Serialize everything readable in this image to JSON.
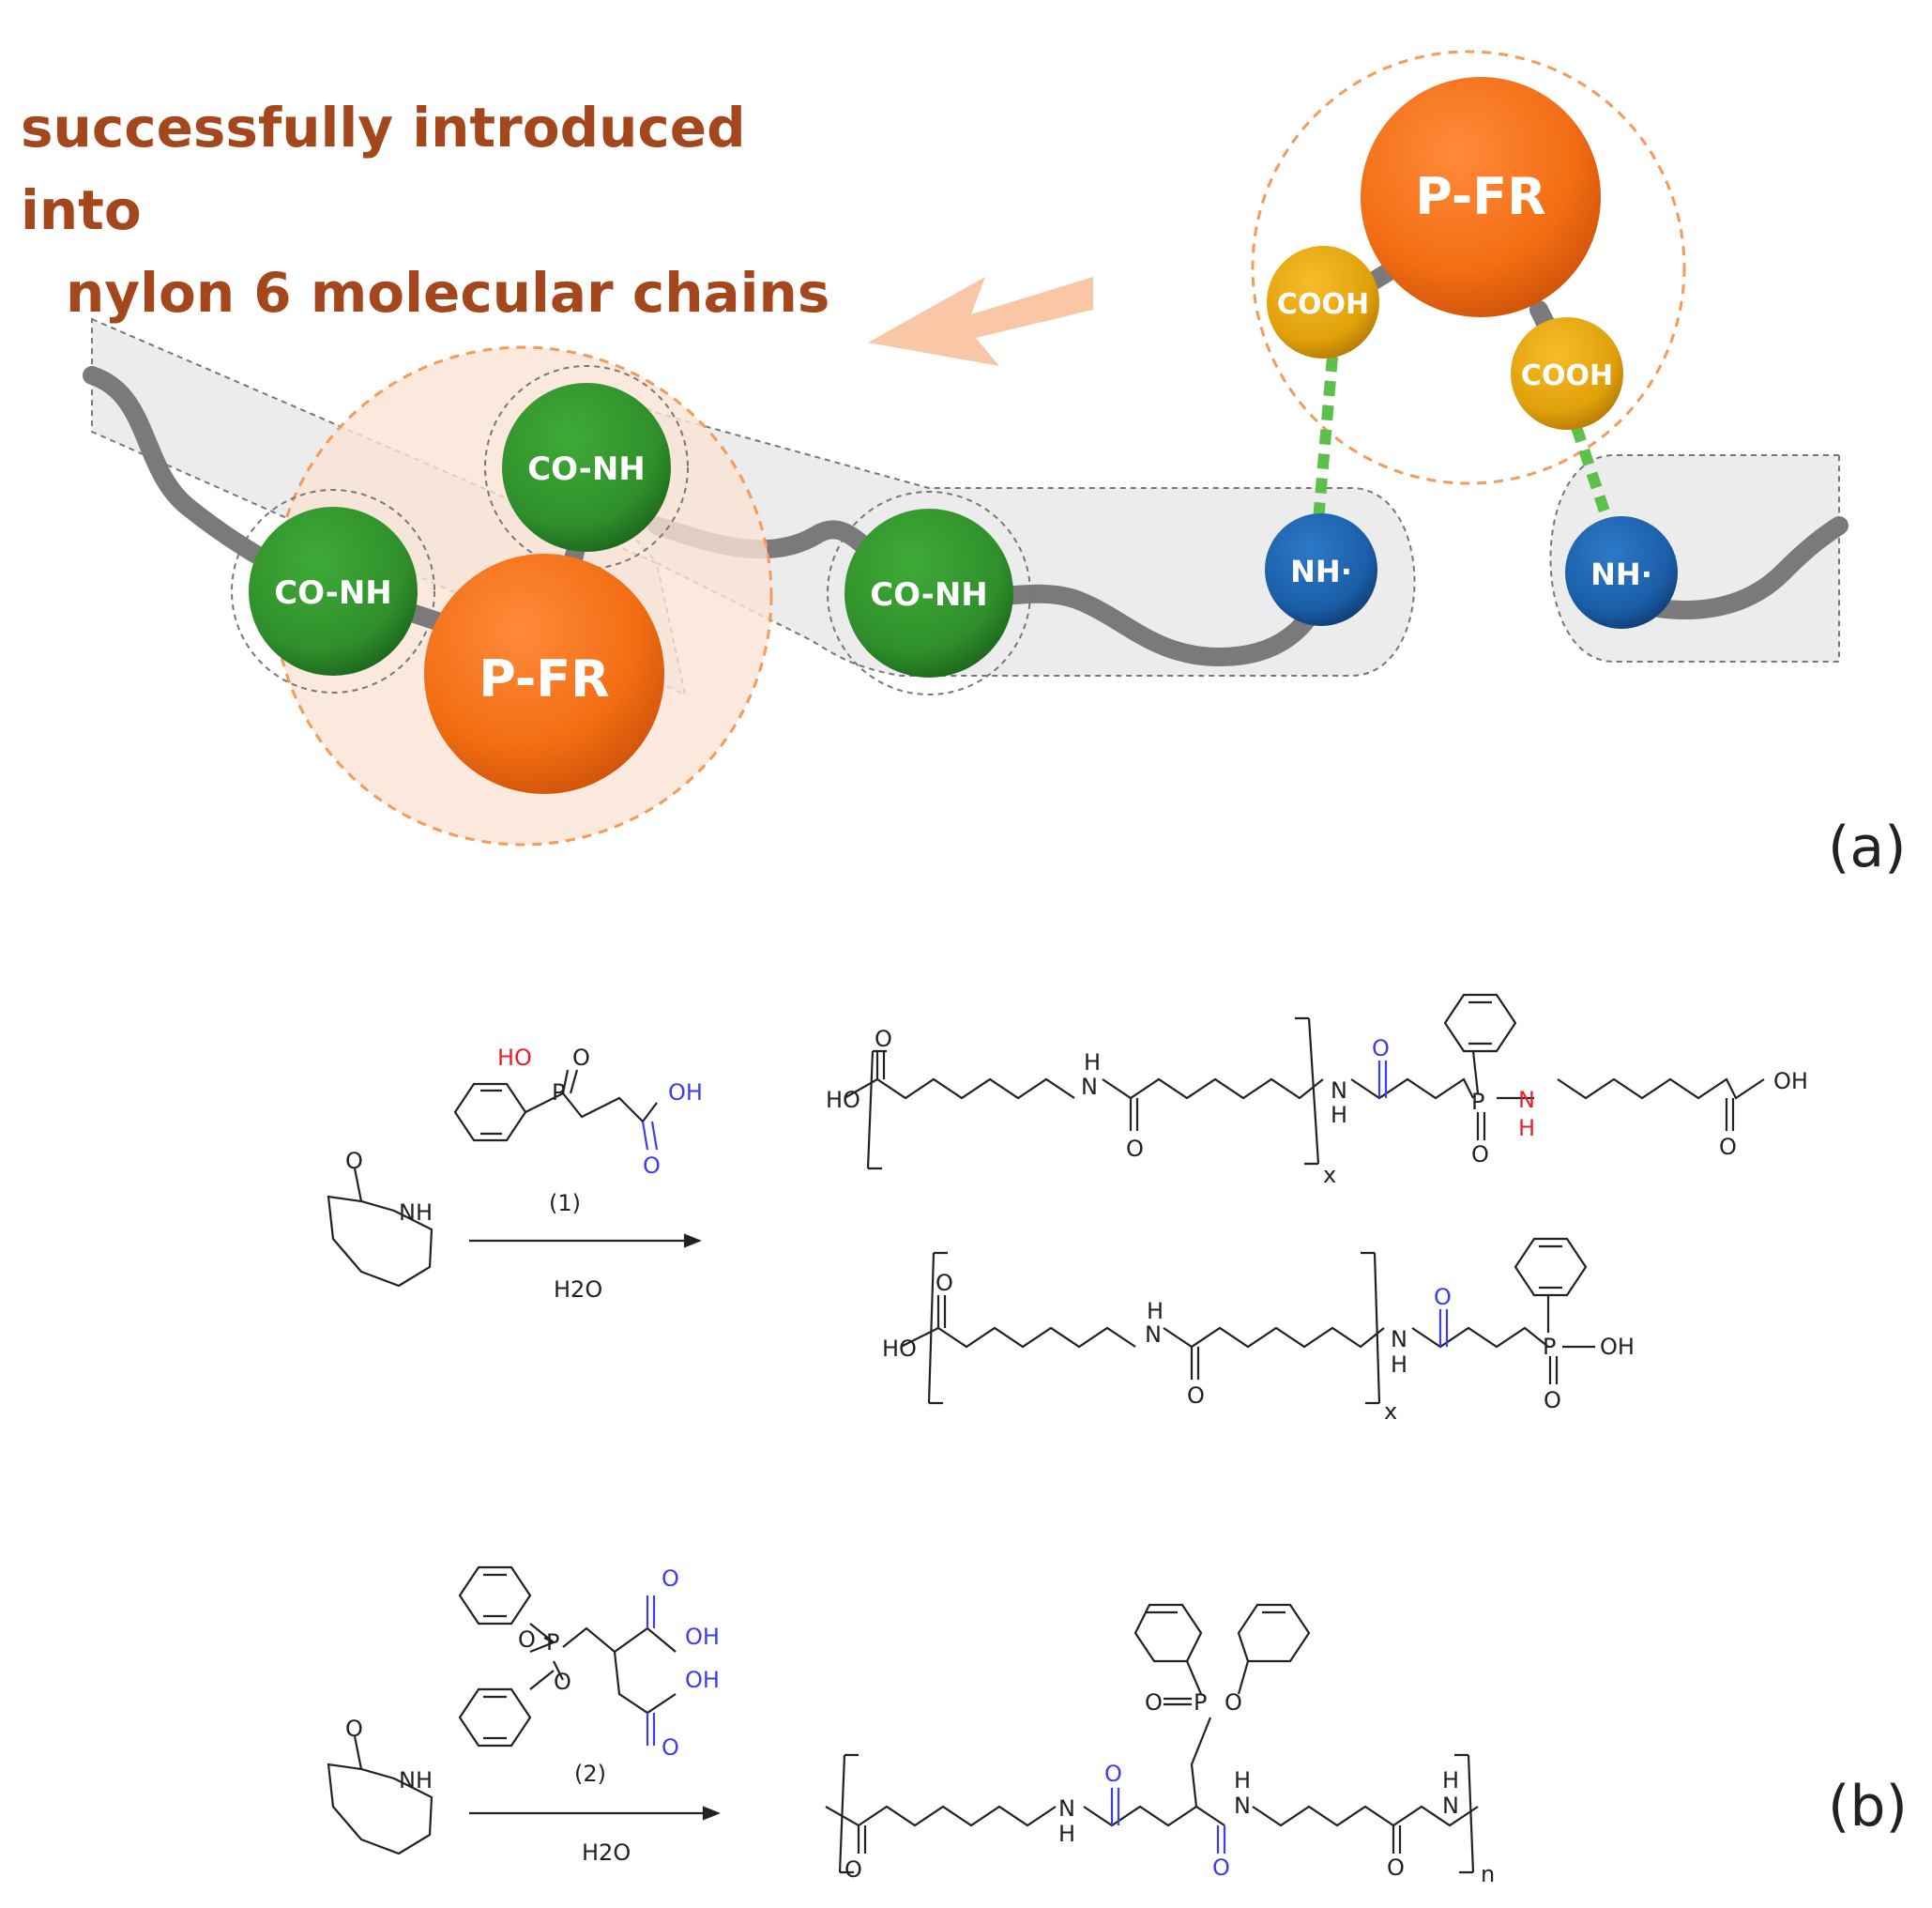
{
  "panel_a": {
    "headline": {
      "line1": "successfully introduced into",
      "line2": "nylon 6 molecular chains"
    },
    "label": "(a)",
    "nodes": {
      "pfr_free": "P-FR",
      "cooh_left": "COOH",
      "cooh_right": "COOH",
      "pfr_bound": "P-FR",
      "conh_left": "CO-NH",
      "conh_top": "CO-NH",
      "conh_mid": "CO-NH",
      "nh_mid": "NH·",
      "nh_right": "NH·"
    },
    "colors": {
      "headline": "#a5471d",
      "pfr": "#f26d13",
      "cooh": "#e0a00a",
      "conh": "#2f8f2b",
      "nh": "#1b5ea8",
      "chain": "#7a7a7a",
      "hbond": "#5cc04a",
      "arrow": "#f9c7a6",
      "hetero_blue": "#3c3cf0",
      "hetero_red": "#e8202a"
    }
  },
  "panel_b": {
    "label": "(b)",
    "scheme1": {
      "reagent_label": "(1)",
      "reagent_atoms": {
        "ho": "HO",
        "o_p": "O",
        "p": "P",
        "oh": "OH",
        "o_carbonyl": "O"
      },
      "solvent": "H2O",
      "caprolactam": {
        "o": "O",
        "nh": "NH"
      },
      "product1": {
        "ho": "HO",
        "o_top": "O",
        "h": "H",
        "n": "N",
        "o_bottom": "O",
        "x": "x",
        "n_link": "N",
        "h_link": "H",
        "o_blue": "O",
        "p": "P",
        "o_p": "O",
        "n_red": "N",
        "h_red": "H",
        "oh": "OH",
        "o_end": "O"
      },
      "product2": {
        "ho": "HO",
        "o_top": "O",
        "h": "H",
        "n": "N",
        "o_bottom": "O",
        "x": "x",
        "n_link": "N",
        "h_link": "H",
        "o_blue": "O",
        "p": "P",
        "oh": "OH",
        "o_p": "O"
      }
    },
    "scheme2": {
      "reagent_label": "(2)",
      "reagent_atoms": {
        "o_p": "O",
        "p": "P",
        "o_ring": "O",
        "o1": "O",
        "oh1": "OH",
        "oh2": "OH",
        "o2": "O"
      },
      "solvent": "H2O",
      "caprolactam": {
        "o": "O",
        "nh": "NH"
      },
      "polymer": {
        "o_left": "O",
        "n1": "N",
        "h1": "H",
        "o_blue_top": "O",
        "o_p": "O",
        "p": "P",
        "o_ring": "O",
        "h2": "H",
        "n2": "N",
        "o_blue_bottom": "O",
        "h3": "H",
        "n3": "N",
        "o_right": "O",
        "n_sub": "n"
      }
    }
  }
}
